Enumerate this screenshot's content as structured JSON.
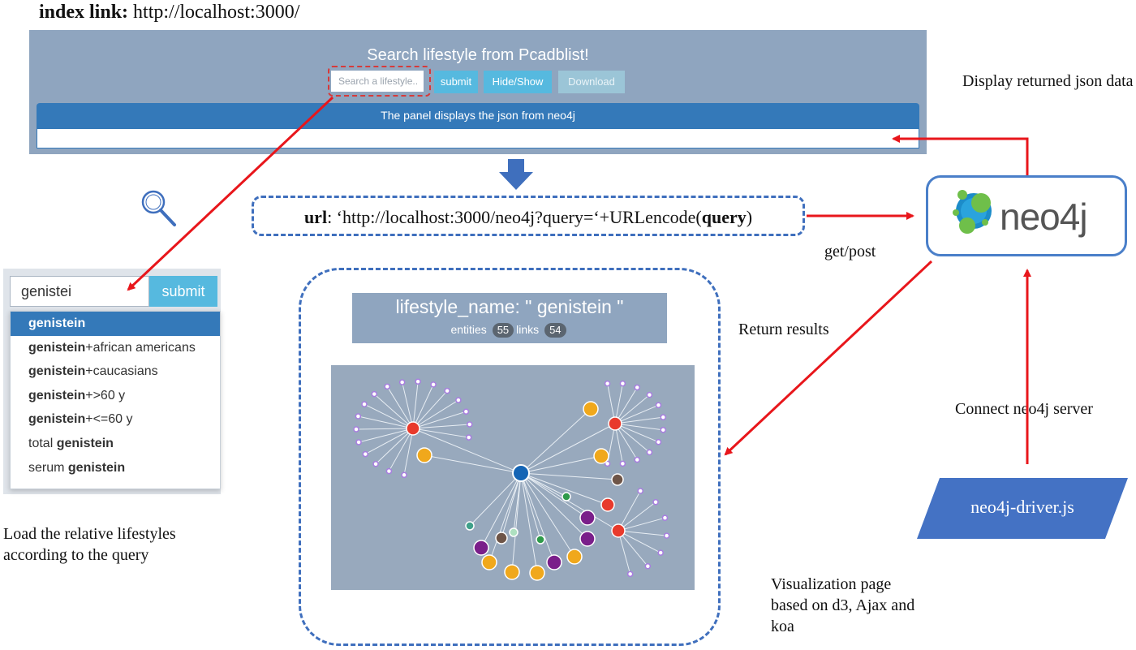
{
  "index_link": {
    "label": "index link:",
    "url": "http://localhost:3000/"
  },
  "app": {
    "title": "Search lifestyle from Pcadblist!",
    "search_placeholder": "Search a lifestyle..",
    "submit_label": "submit",
    "hide_show_label": "Hide/Show",
    "download_label": "Download",
    "panel_heading": "The panel displays the json from neo4j"
  },
  "url_box": {
    "prefix": "url",
    "text": ": ‘http://localhost:3000/neo4j?query=‘+URLencode(",
    "query": "query",
    "suffix": ")"
  },
  "neo4j": {
    "logo_text": "neo4j"
  },
  "notes": {
    "display_json": "Display returned json data",
    "get_post": "get/post",
    "return_results": "Return results",
    "connect": "Connect neo4j server",
    "load_relative": "Load the relative lifestyles according to the query",
    "viz_page": "Visualization page based on d3, Ajax and koa"
  },
  "autocomplete": {
    "input_value": "genistei",
    "submit_label": "submit",
    "items": [
      {
        "pre": "",
        "bold": "genistein",
        "post": ""
      },
      {
        "pre": "",
        "bold": "genistein",
        "post": "+african americans"
      },
      {
        "pre": "",
        "bold": "genistein",
        "post": "+caucasians"
      },
      {
        "pre": "",
        "bold": "genistein",
        "post": "+>60 y"
      },
      {
        "pre": "",
        "bold": "genistein",
        "post": "+<=60 y"
      },
      {
        "pre": "total ",
        "bold": "genistein",
        "post": ""
      },
      {
        "pre": "serum ",
        "bold": "genistein",
        "post": ""
      }
    ]
  },
  "viz": {
    "title": "lifestyle_name: \" genistein \"",
    "entities_label": "entities",
    "entities_count": "55",
    "links_label": "links",
    "links_count": "54"
  },
  "driver": {
    "label": "neo4j-driver.js"
  },
  "colors": {
    "arrow": "#e8161b",
    "blue_dash": "#3f6fbd",
    "driver_fill": "#4472c4",
    "panel": "#8fa5bf"
  }
}
